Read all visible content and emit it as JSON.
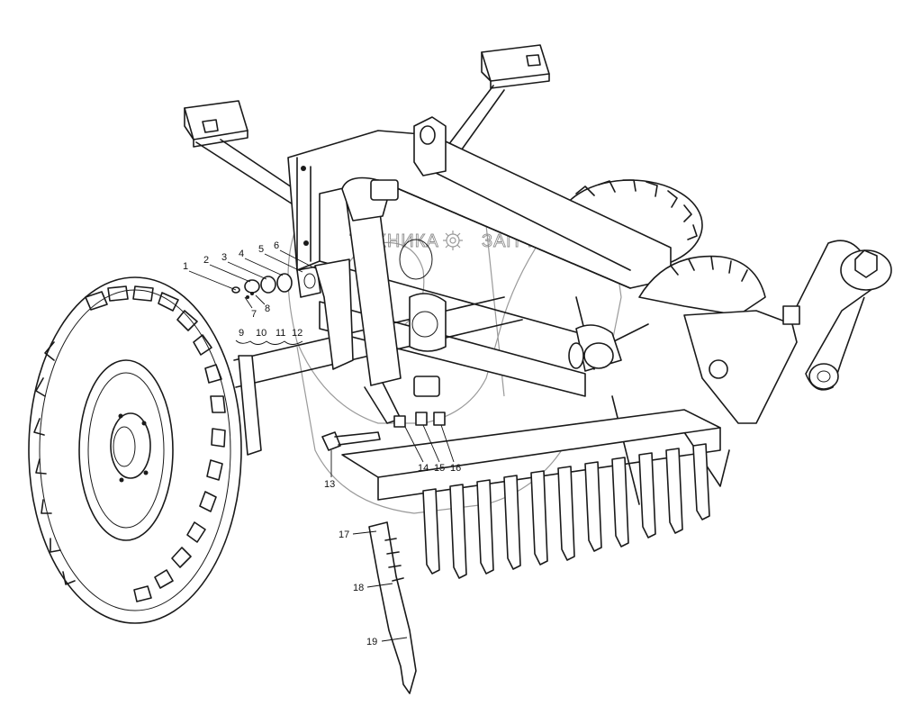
{
  "watermark": {
    "left": "ТЕХНИКА",
    "right": "ЗАПЧАСТИ",
    "icon": "gear-icon"
  },
  "callouts": [
    "1",
    "2",
    "3",
    "4",
    "5",
    "6",
    "7",
    "8",
    "9",
    "10",
    "11",
    "12",
    "13",
    "14",
    "15",
    "16",
    "17",
    "18",
    "19"
  ]
}
